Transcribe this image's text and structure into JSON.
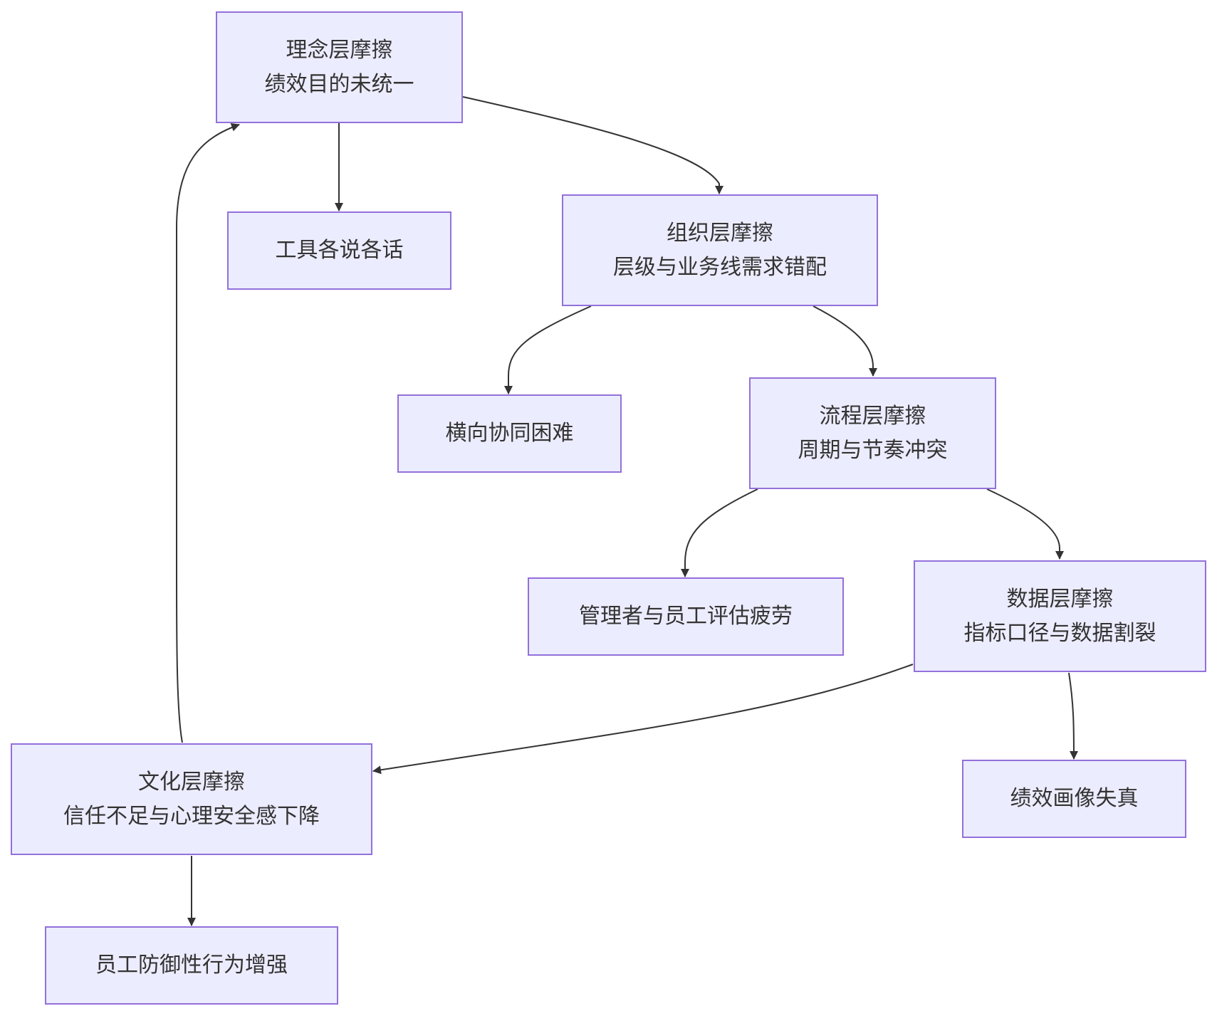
{
  "colors": {
    "node_fill": "#ECECFF",
    "node_border": "#9370DB",
    "text": "#333333",
    "edge": "#333333"
  },
  "nodes": {
    "concept": {
      "title": "理念层摩擦",
      "desc": "绩效目的未统一"
    },
    "tools": {
      "title": "工具各说各话"
    },
    "org": {
      "title": "组织层摩擦",
      "desc": "层级与业务线需求错配"
    },
    "horizontal": {
      "title": "横向协同困难"
    },
    "process": {
      "title": "流程层摩擦",
      "desc": "周期与节奏冲突"
    },
    "fatigue": {
      "title": "管理者与员工评估疲劳"
    },
    "data": {
      "title": "数据层摩擦",
      "desc": "指标口径与数据割裂"
    },
    "profile": {
      "title": "绩效画像失真"
    },
    "culture": {
      "title": "文化层摩擦",
      "desc": "信任不足与心理安全感下降"
    },
    "defense": {
      "title": "员工防御性行为增强"
    }
  },
  "edges": [
    {
      "from": "concept",
      "to": "tools"
    },
    {
      "from": "concept",
      "to": "org"
    },
    {
      "from": "org",
      "to": "horizontal"
    },
    {
      "from": "org",
      "to": "process"
    },
    {
      "from": "process",
      "to": "fatigue"
    },
    {
      "from": "process",
      "to": "data"
    },
    {
      "from": "data",
      "to": "culture"
    },
    {
      "from": "data",
      "to": "profile"
    },
    {
      "from": "culture",
      "to": "concept"
    },
    {
      "from": "culture",
      "to": "defense"
    }
  ]
}
